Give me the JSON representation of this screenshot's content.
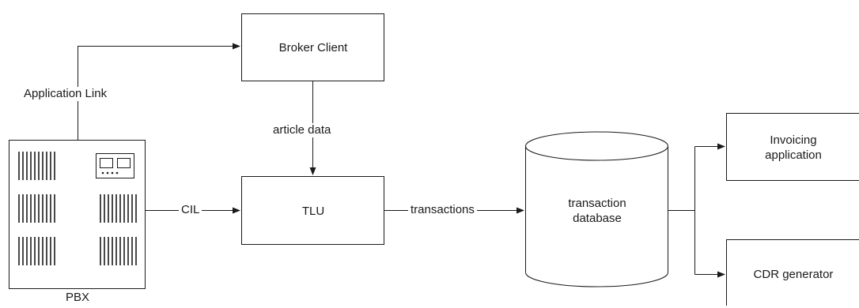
{
  "nodes": {
    "broker_client": "Broker Client",
    "tlu": "TLU",
    "transaction_database": [
      "transaction",
      "database"
    ],
    "invoicing_application": [
      "Invoicing",
      "application"
    ],
    "cdr_generator": "CDR generator",
    "pbx": "PBX"
  },
  "edges": {
    "application_link": "Application Link",
    "article_data": "article data",
    "cil": "CIL",
    "transactions": "transactions"
  }
}
